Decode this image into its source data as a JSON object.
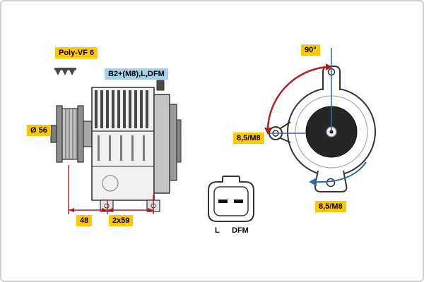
{
  "side_view": {
    "belt_label": "Poly-VF 6",
    "terminal_label": "B2+(M8),L,DFM",
    "pulley_diameter": "Ø 56",
    "dim_a": "48",
    "dim_b": "2x59"
  },
  "front_view": {
    "angle_label": "90°",
    "mount_left": "8,5/M8",
    "mount_bottom": "8,5/M8"
  },
  "connector": {
    "pin_left": "L",
    "pin_right": "DFM"
  },
  "colors": {
    "label_yellow": "#FFC800",
    "label_blue": "#A6CFE8",
    "dimension_red": "#B01B20",
    "dimension_blue": "#2A6AAE",
    "drawing_dark": "#3C3C3C"
  }
}
